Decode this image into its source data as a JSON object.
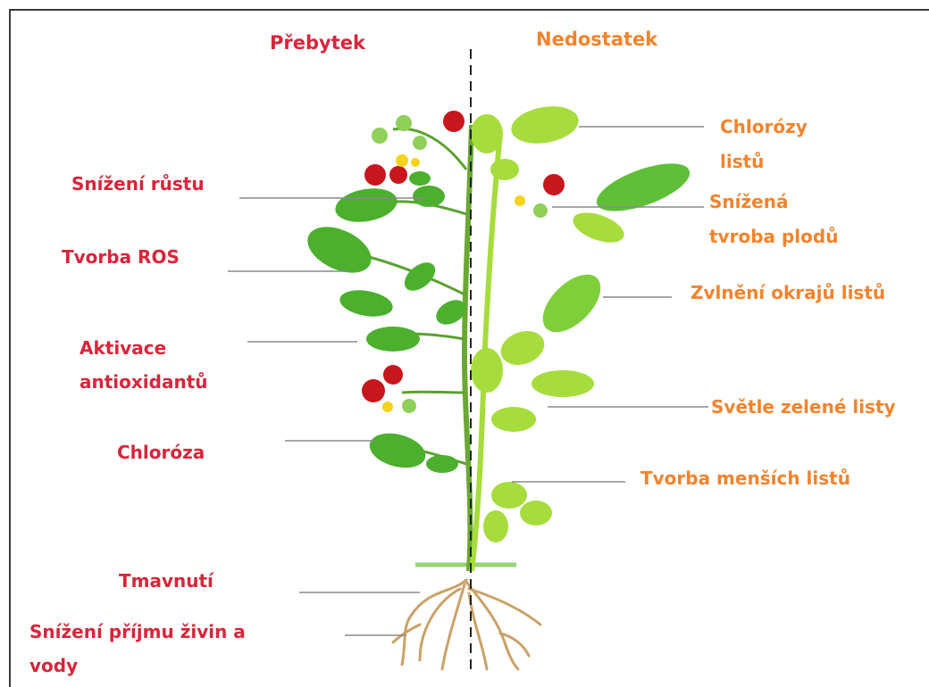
{
  "headers": {
    "left": "Přebytek",
    "right": "Nedostatek"
  },
  "left_labels": {
    "growth": "Snížení růstu",
    "ros": "Tvorba ROS",
    "antiox_1": "Aktivace",
    "antiox_2": "antioxidantů",
    "chlorosis": "Chloróza",
    "darkening": "Tmavnutí",
    "uptake_1": "Snížení příjmu živin a",
    "uptake_2": "vody"
  },
  "right_labels": {
    "chlorosis_1": "Chlorózy",
    "chlorosis_2": "listů",
    "fruit_1": "Snížená",
    "fruit_2": "tvroba plodů",
    "wavy": "Zvlnění okrajů listů",
    "light_green": "Světle zelené listy",
    "smaller": "Tvorba menších listů"
  },
  "colors": {
    "excess": "#d8253a",
    "deficiency": "#f2832d",
    "leaf_dark": "#4caf2e",
    "leaf_light": "#a6dc3c",
    "root": "#caa268",
    "tomato": "#c8161d"
  },
  "icons": [
    "tomato-plant-illustration",
    "dashed-divider"
  ]
}
